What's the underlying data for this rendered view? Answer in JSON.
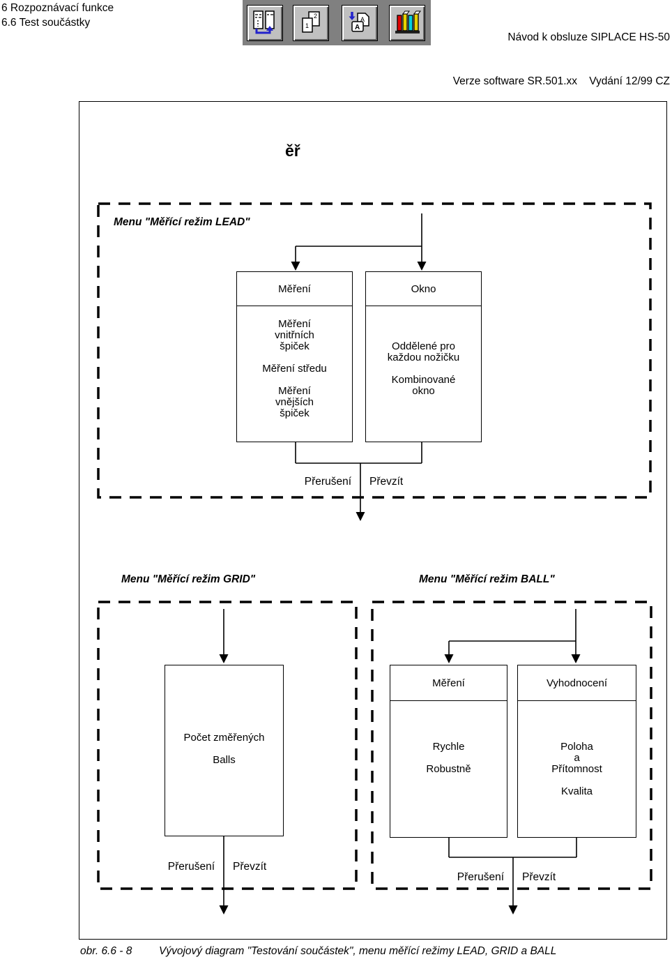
{
  "header": {
    "left_line1": "6 Rozpoznávací funkce",
    "left_line2": "6.6 Test součástky",
    "right_line1": "Návod k obsluze SIPLACE HS-50",
    "right_line2": "Verze software SR.501.xx    Vydání 12/99 CZ",
    "toolbar": {
      "icons": [
        {
          "name": "panel-transfer-icon"
        },
        {
          "name": "copy-pages-icon",
          "back_label": "2",
          "front_label": "1"
        },
        {
          "name": "sort-pages-icon",
          "back_letter": "A",
          "front_letter": "A"
        },
        {
          "name": "books-icon"
        }
      ]
    }
  },
  "diagram": {
    "title": "ěř",
    "lead": {
      "label": "Menu \"Měřící režim LEAD\"",
      "box1": {
        "header": "Měření",
        "body": "Měření\nvnitřních\nšpiček\n\nMěření středu\n\nMěření\nvnějších\nšpiček"
      },
      "box2": {
        "header": "Okno",
        "body": "Oddělené pro\nkaždou nožičku\n\nKombinované\nokno"
      },
      "abort_label": "Přerušení",
      "accept_label": "Převzít"
    },
    "grid": {
      "label": "Menu \"Měřící režim GRID\"",
      "box1": {
        "body": "Počet změřených\n\nBalls"
      },
      "abort_label": "Přerušení",
      "accept_label": "Převzít"
    },
    "ball": {
      "label": "Menu \"Měřící režim BALL\"",
      "box1": {
        "header": "Měření",
        "body": "Rychle\n\nRobustně"
      },
      "box2": {
        "header": "Vyhodnocení",
        "body": "Poloha\na\nPřítomnost\n\nKvalita"
      },
      "abort_label": "Přerušení",
      "accept_label": "Převzít"
    }
  },
  "caption": {
    "figure": "obr. 6.6 - 8",
    "text": "Vývojový diagram \"Testování součástek\", menu měřící režimy LEAD, GRID a BALL"
  },
  "colors": {
    "toolbar_bg": "#808080",
    "button_face": "#c0c0c0",
    "icon_blue": "#2222cc",
    "book_red": "#e00000",
    "book_cyan": "#00d0e0",
    "book_yellow": "#e8d200",
    "line_black": "#000000"
  }
}
